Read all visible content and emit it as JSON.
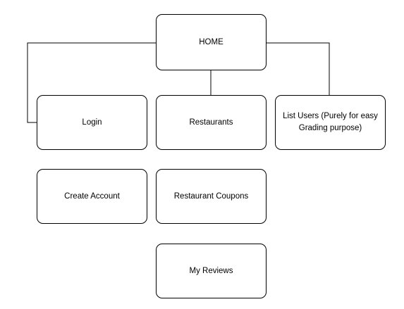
{
  "diagram": {
    "nodes": {
      "home": "HOME",
      "login": "Login",
      "restaurants": "Restaurants",
      "list_users": "List Users (Purely for easy Grading purpose)",
      "create_account": "Create Account",
      "restaurant_coupons": "Restaurant Coupons",
      "my_reviews": "My Reviews"
    },
    "edges": [
      {
        "from": "HOME",
        "to": "Login"
      },
      {
        "from": "HOME",
        "to": "Restaurants"
      },
      {
        "from": "HOME",
        "to": "List Users (Purely for easy Grading purpose)"
      }
    ]
  }
}
